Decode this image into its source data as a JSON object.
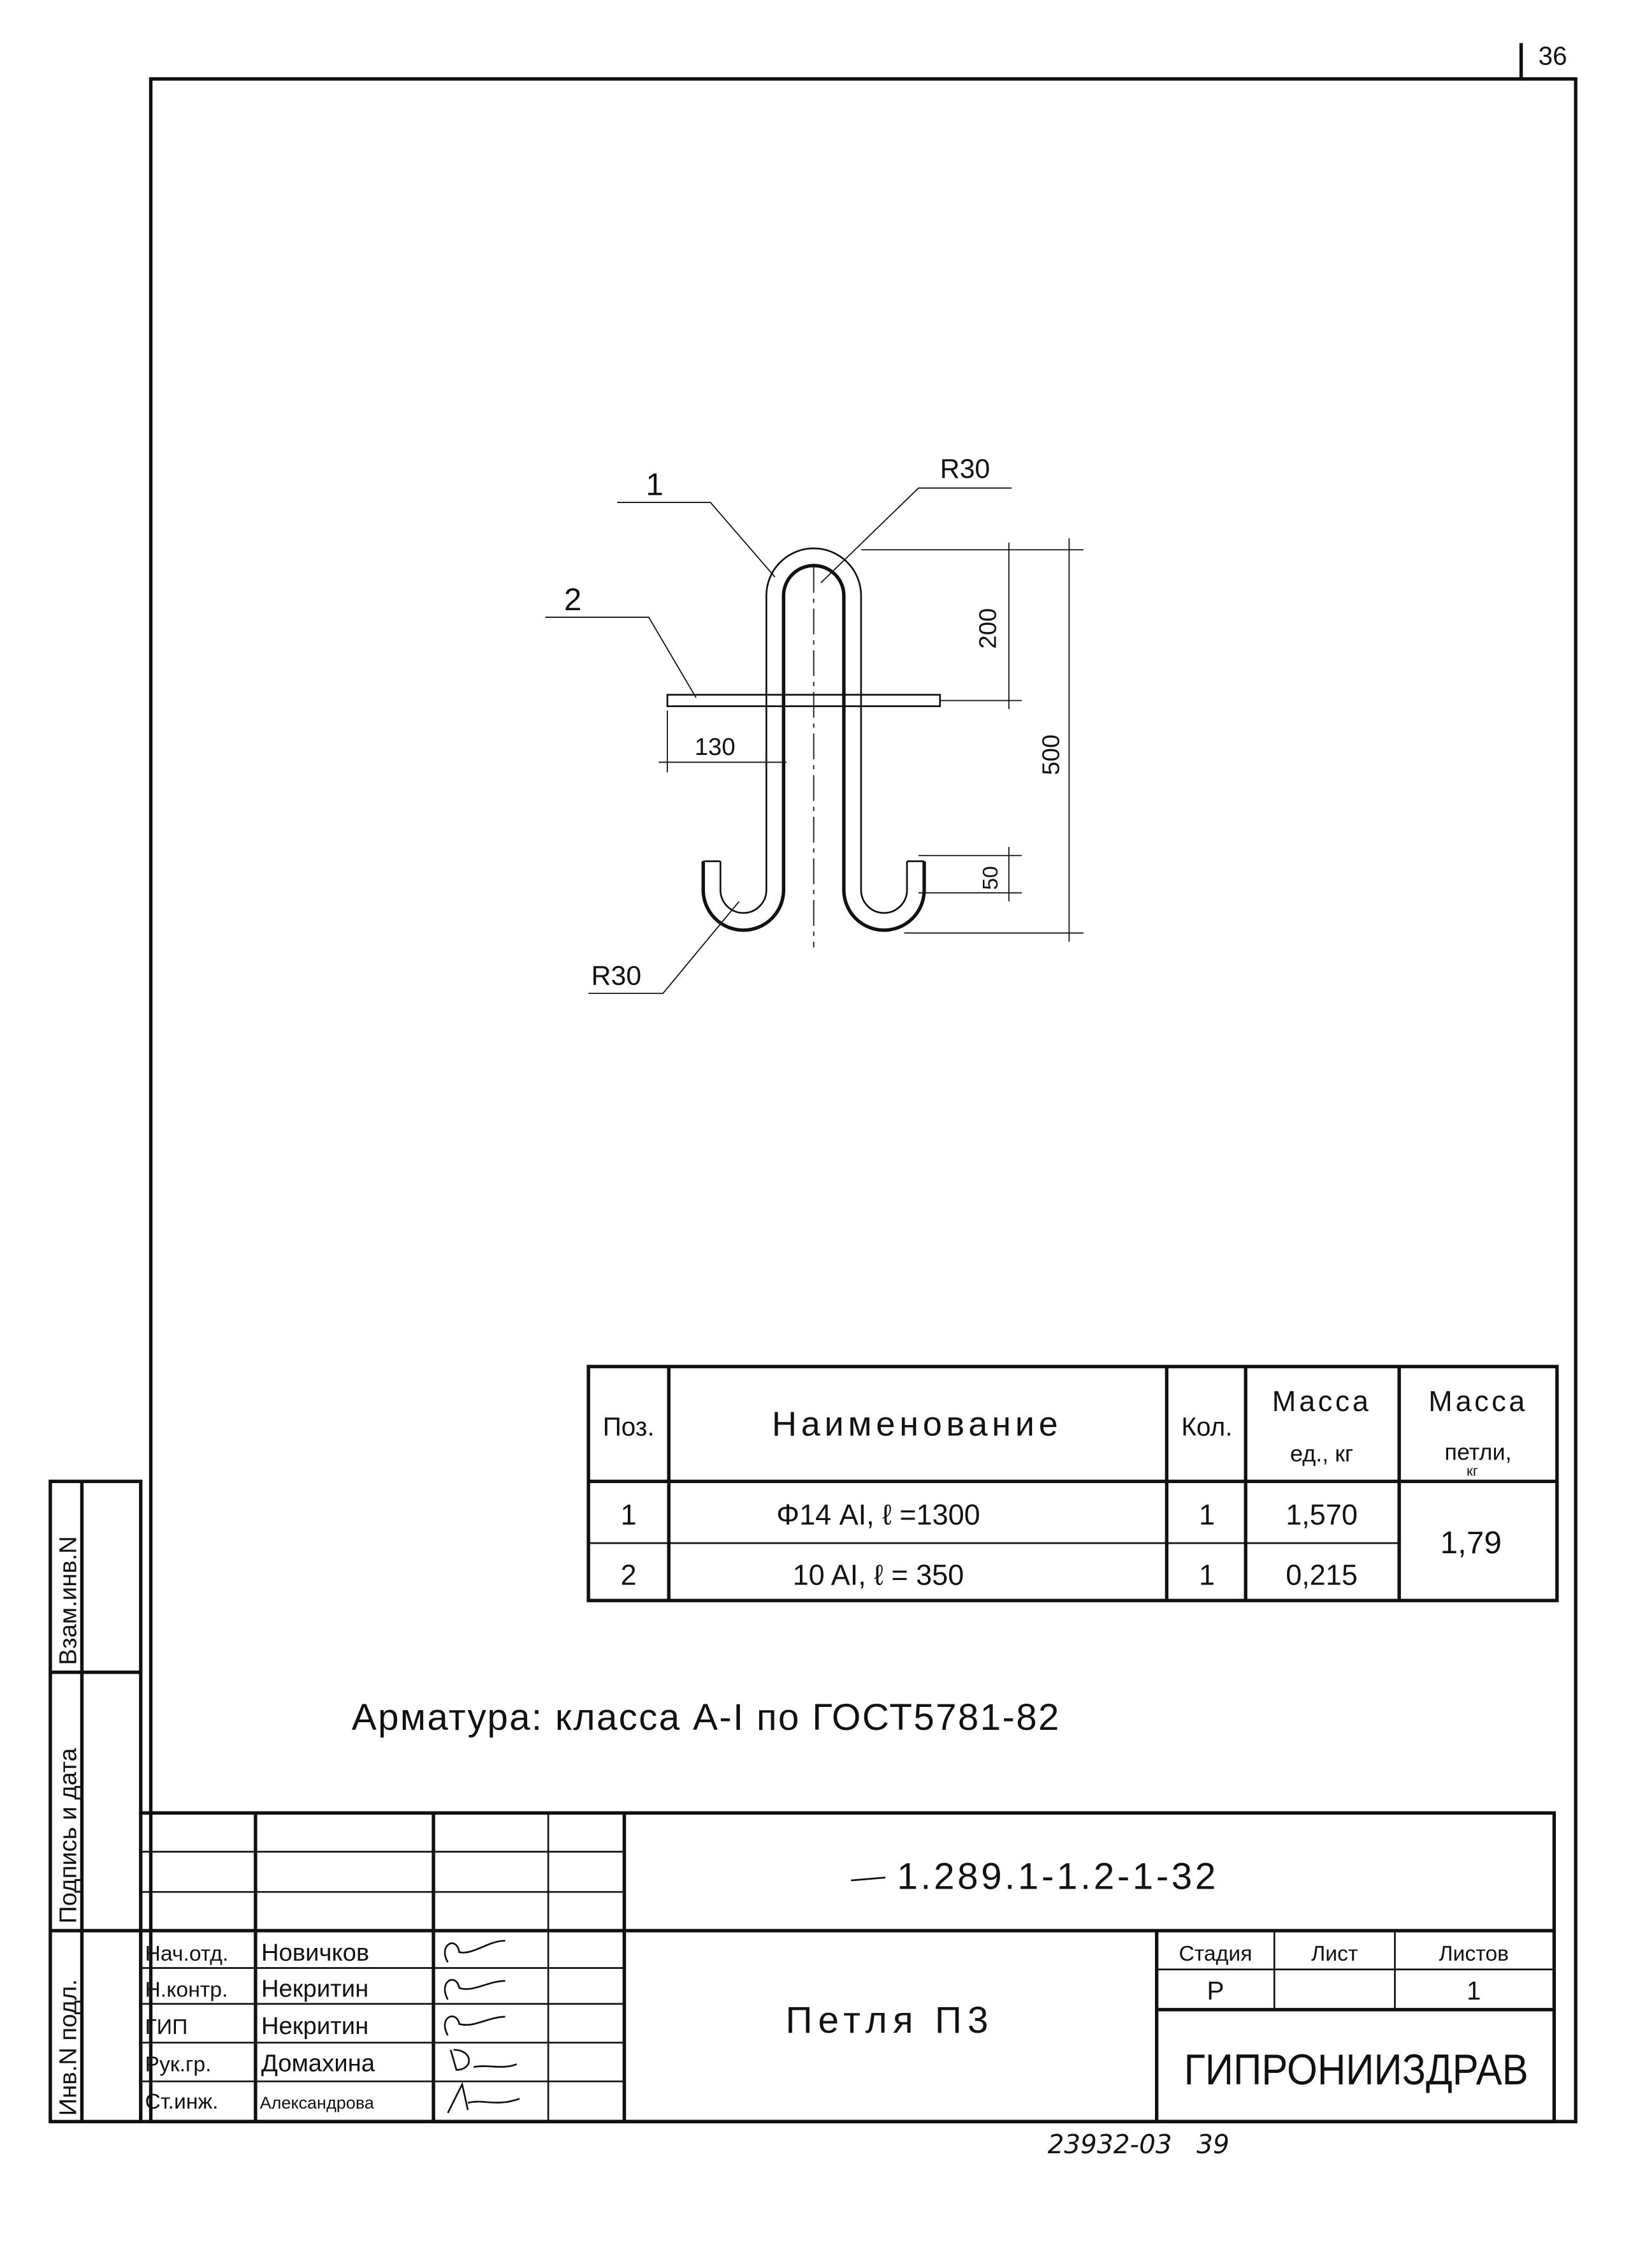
{
  "page_number": "36",
  "drawing": {
    "callout_1": "1",
    "callout_2": "2",
    "radius_top": "R30",
    "radius_bottom": "R30",
    "dim_200": "200",
    "dim_500": "500",
    "dim_50": "50",
    "dim_130": "130"
  },
  "spec_table": {
    "headers": {
      "pos": "Поз.",
      "name": "Наименование",
      "qty": "Кол.",
      "unit_mass_1": "Масса",
      "unit_mass_2": "ед., кг",
      "loop_mass_1": "Масса",
      "loop_mass_2": "петли,",
      "loop_mass_3": "кг"
    },
    "rows": [
      {
        "pos": "1",
        "name": "Φ14 AI, ℓ =1300",
        "qty": "1",
        "unit_mass": "1,570"
      },
      {
        "pos": "2",
        "name": "10 AI, ℓ = 350",
        "qty": "1",
        "unit_mass": "0,215"
      }
    ],
    "loop_mass": "1,79"
  },
  "note": "Арматура: класса А-I по ГОСТ5781-82",
  "side_stamp": {
    "replace_inv": "Взам.инв.N",
    "sign_date": "Подпись и дата",
    "inv_orig": "Инв.N подл."
  },
  "title_block": {
    "doc_number": "1.289.1-1.2-1-32",
    "title": "Петля П3",
    "stage_label": "Стадия",
    "sheet_label": "Лист",
    "sheets_label": "Листов",
    "stage": "Р",
    "sheet": "",
    "sheets": "1",
    "organization": "ГИПРОНИИЗДРАВ",
    "staff": [
      {
        "role": "Нач.отд.",
        "name": "Новичков"
      },
      {
        "role": "Н.контр.",
        "name": "Некритин"
      },
      {
        "role": "ГИП",
        "name": "Некритин"
      },
      {
        "role": "Рук.гр.",
        "name": "Домахина"
      },
      {
        "role": "Ст.инж.",
        "name": "Александрова"
      }
    ]
  },
  "footer_code": "23932-03   39"
}
